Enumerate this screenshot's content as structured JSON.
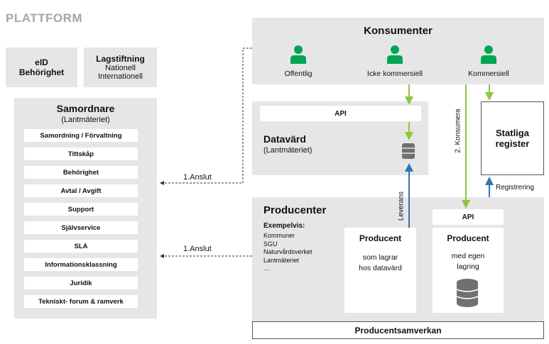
{
  "platform": {
    "title": "PLATTFORM",
    "eid": {
      "line1": "eID",
      "line2": "Behörighet"
    },
    "lag": {
      "title": "Lagstiftning",
      "line1": "Nationell",
      "line2": "Internationell"
    },
    "samordnare": {
      "title": "Samordnare",
      "subtitle": "(Lantmäteriet)",
      "items": [
        "Samordning / Förvaltning",
        "Tittskåp",
        "Behörighet",
        "Avtal / Avgift",
        "Support",
        "Självservice",
        "SLA",
        "Informationsklassning",
        "Juridik",
        "Tekniskt- forum & ramverk"
      ]
    }
  },
  "konsumenter": {
    "title": "Konsumenter",
    "items": [
      "Offentlig",
      "Icke kommersiell",
      "Kommersiell"
    ]
  },
  "datavard": {
    "api": "API",
    "title": "Datavärd",
    "subtitle": "(Lantmäteriet)"
  },
  "statliga": {
    "line1": "Statliga",
    "line2": "register"
  },
  "producenter": {
    "title": "Producenter",
    "exempel_label": "Exempelvis:",
    "exempel": [
      "Kommuner",
      "SGU",
      "Naturvårdsverket",
      "Lantmäteriet",
      "…"
    ],
    "producent1": {
      "title": "Producent",
      "line1": "som lagrar",
      "line2": "hos datavärd"
    },
    "api": "API",
    "producent2": {
      "title": "Producent",
      "line1": "med egen",
      "line2": "lagring"
    },
    "samverkan": "Producentsamverkan"
  },
  "arrows": {
    "anslut1": "1.Anslut",
    "anslut2": "1.Anslut",
    "konsumera": "2. Konsumera",
    "leverans": "Leverans",
    "registrering": "Registrering"
  },
  "colors": {
    "panel": "#e6e6e6",
    "green": "#8dc63f",
    "person": "#00a651",
    "blue": "#2e75b6",
    "title_gray": "#a6a6a6"
  }
}
